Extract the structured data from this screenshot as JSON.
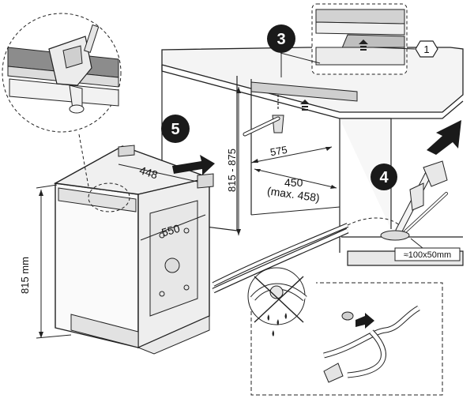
{
  "steps": {
    "s3": "3",
    "s4": "4",
    "s5": "5",
    "callout_1": "1"
  },
  "dimensions": {
    "appliance_height": "815 mm",
    "width": "448",
    "depth": "550",
    "niche_height": "815 - 875",
    "niche_depth": "575",
    "niche_width_line1": "450",
    "niche_width_line2": "(max. 458)",
    "cutout": "≈100x50mm"
  },
  "colors": {
    "badge": "#1a1a1a",
    "line": "#222222",
    "shade": "#e6e6e6",
    "light": "#f2f2f2"
  }
}
